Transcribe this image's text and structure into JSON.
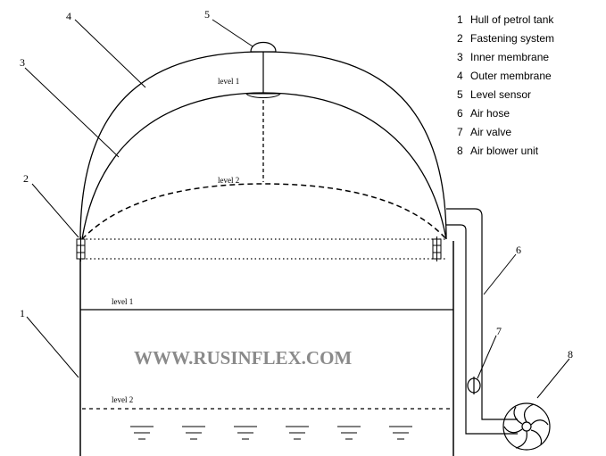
{
  "legend": [
    {
      "num": "1",
      "text": "Hull of petrol tank"
    },
    {
      "num": "2",
      "text": "Fastening system"
    },
    {
      "num": "3",
      "text": "Inner membrane"
    },
    {
      "num": "4",
      "text": "Outer membrane"
    },
    {
      "num": "5",
      "text": "Level sensor"
    },
    {
      "num": "6",
      "text": "Air hose"
    },
    {
      "num": "7",
      "text": "Air valve"
    },
    {
      "num": "8",
      "text": "Air blower unit"
    }
  ],
  "callouts": {
    "c1": "1",
    "c2": "2",
    "c3": "3",
    "c4": "4",
    "c5": "5",
    "c6": "6",
    "c7": "7",
    "c8": "8"
  },
  "levels": {
    "membrane_level1": "level 1",
    "membrane_level2": "level 2",
    "tank_level1": "level 1",
    "tank_level2": "level 2"
  },
  "watermark": "WWW.RUSINFLEX.COM"
}
